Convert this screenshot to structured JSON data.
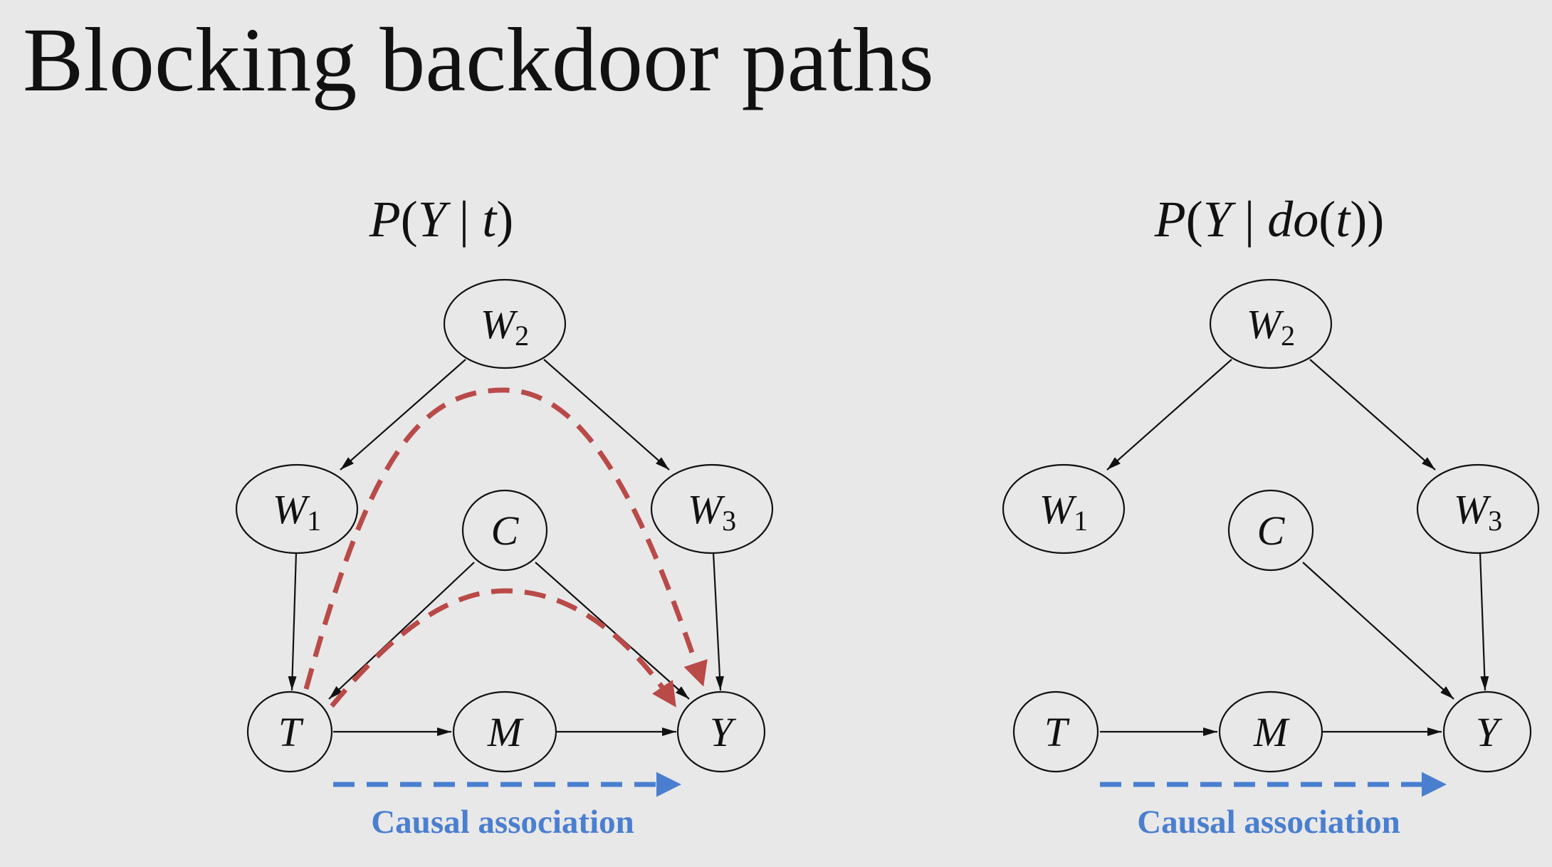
{
  "title": "Blocking backdoor paths",
  "left_panel": {
    "formula": {
      "P": "P",
      "open": "(",
      "Y": "Y",
      "bar": " | ",
      "t": "t",
      "close": ")"
    },
    "nodes": {
      "W2": {
        "letter": "W",
        "sub": "2"
      },
      "W1": {
        "letter": "W",
        "sub": "1"
      },
      "W3": {
        "letter": "W",
        "sub": "3"
      },
      "C": {
        "letter": "C"
      },
      "T": {
        "letter": "T"
      },
      "M": {
        "letter": "M"
      },
      "Y": {
        "letter": "Y"
      }
    },
    "causal_label": "Causal association"
  },
  "right_panel": {
    "formula": {
      "P": "P",
      "open": "(",
      "Y": "Y",
      "bar": " | ",
      "do": "do",
      "open2": "(",
      "t": "t",
      "close": "))"
    },
    "nodes": {
      "W2": {
        "letter": "W",
        "sub": "2"
      },
      "W1": {
        "letter": "W",
        "sub": "1"
      },
      "W3": {
        "letter": "W",
        "sub": "3"
      },
      "C": {
        "letter": "C"
      },
      "T": {
        "letter": "T"
      },
      "M": {
        "letter": "M"
      },
      "Y": {
        "letter": "Y"
      }
    },
    "causal_label": "Causal association"
  },
  "colors": {
    "background": "#e8e8e8",
    "backdoor_path": "#b94a48",
    "causal_path": "#4a7fd0",
    "edge": "#111111"
  }
}
